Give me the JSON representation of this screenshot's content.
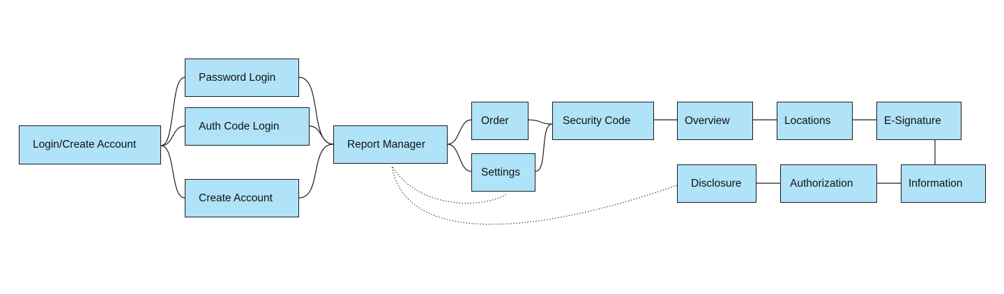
{
  "nodes": {
    "login_create_account": "Login/Create Account",
    "password_login": "Password Login",
    "auth_code_login": "Auth Code Login",
    "create_account": "Create Account",
    "report_manager": "Report Manager",
    "order": "Order",
    "settings": "Settings",
    "security_code": "Security Code",
    "overview": "Overview",
    "locations": "Locations",
    "e_signature": "E-Signature",
    "information": "Information",
    "authorization": "Authorization",
    "disclosure": "Disclosure"
  },
  "colors": {
    "node_fill": "#b0e3f8",
    "stroke": "#1a1a1a",
    "background": "#ffffff"
  }
}
